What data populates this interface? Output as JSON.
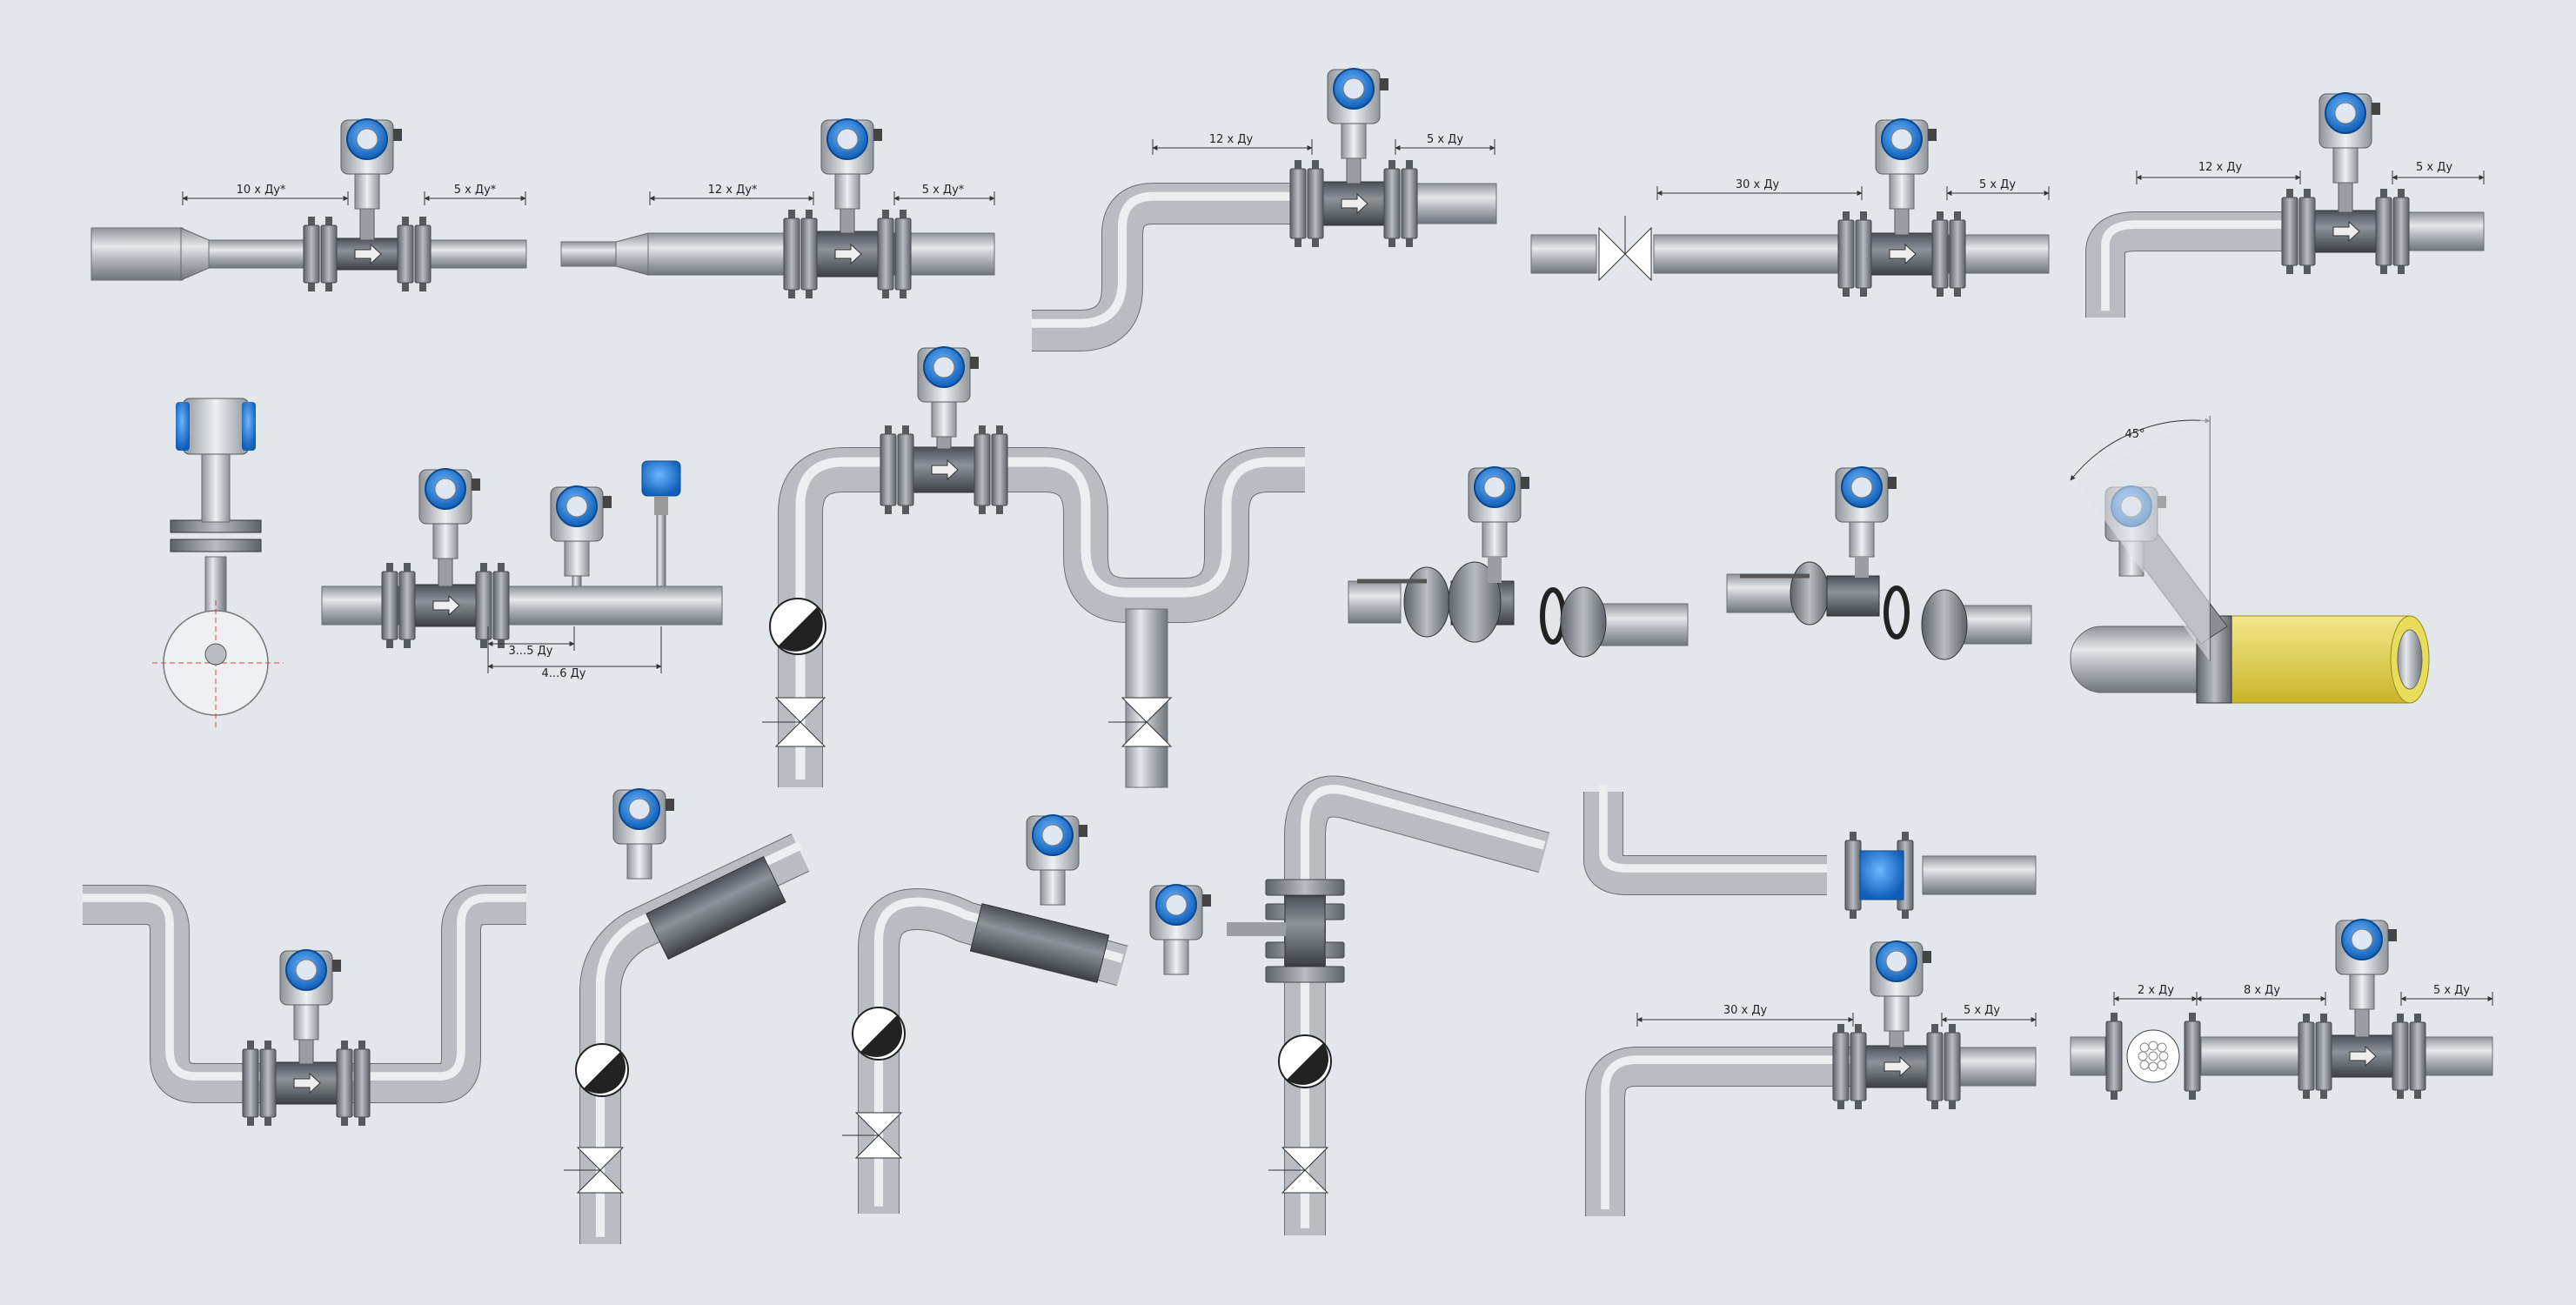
{
  "labels": {
    "d1_up": "10 x Ду*",
    "d1_down": "5 x Ду*",
    "d2_up": "12 x Ду*",
    "d2_down": "5 x Ду*",
    "d3_up": "12 x Ду",
    "d3_down": "5 x Ду",
    "d4_up": "30 x Ду",
    "d4_down": "5 x Ду",
    "d5_up": "12 x Ду",
    "d5_down": "5 x Ду",
    "d7_a": "3...5 Ду",
    "d7_b": "4...6 Ду",
    "d11_angle": "45°",
    "d16_up": "30 x Ду",
    "d16_down": "5 x Ду",
    "d17_a": "2 x Ду",
    "d17_b": "8 x Ду",
    "d17_c": "5 x Ду"
  },
  "colors": {
    "background": "#e3e7ec",
    "pipe": "#b9bdc2",
    "pipe_dark": "#7d8289",
    "flange": "#8f949a",
    "head_blue": "#1e7fd8",
    "insulation": "#e2d24a"
  }
}
